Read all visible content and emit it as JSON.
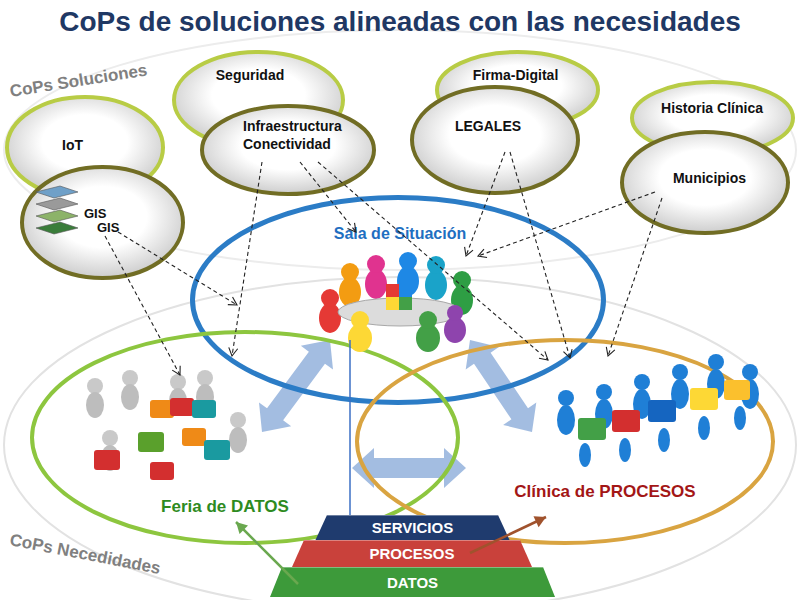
{
  "diagram": {
    "title": "CoPs de soluciones alineadas con las necesidades",
    "nodes": [
      {
        "text": [
          "IoT"
        ]
      },
      {
        "text": [
          "GIS",
          "GIS"
        ]
      },
      {
        "text": [
          "Seguridad"
        ]
      },
      {
        "text": [
          "Infraestructura Conectividad"
        ]
      },
      {
        "text": [
          "Firma-Digital"
        ]
      },
      {
        "text": [
          "LEGALES"
        ]
      },
      {
        "text": [
          "Historia Clínica"
        ]
      },
      {
        "text": [
          "Municipios"
        ]
      },
      {
        "text": [
          "Sala de Situación"
        ]
      },
      {
        "text": [
          "Feria de DATOS"
        ]
      },
      {
        "text": [
          "Clínica de PROCESOS"
        ]
      },
      {
        "text": [
          "SERVICIOS"
        ]
      },
      {
        "text": [
          "PROCESOS"
        ]
      },
      {
        "text": [
          "DATOS"
        ]
      }
    ],
    "edges": [
      {
        "from": 1,
        "to": 8,
        "arrow": "to"
      },
      {
        "from": 1,
        "to": 9,
        "arrow": "to"
      },
      {
        "from": 3,
        "to": 9,
        "arrow": "to"
      },
      {
        "from": 3,
        "to": 8,
        "arrow": "to"
      },
      {
        "from": 3,
        "to": 10,
        "arrow": "to"
      },
      {
        "from": 5,
        "to": 8,
        "arrow": "to"
      },
      {
        "from": 5,
        "to": 10,
        "arrow": "to"
      },
      {
        "from": 7,
        "to": 8,
        "arrow": "to"
      },
      {
        "from": 7,
        "to": 10,
        "arrow": "to"
      },
      {
        "from": 8,
        "to": 9,
        "arrow": "both"
      },
      {
        "from": 8,
        "to": 10,
        "arrow": "both"
      },
      {
        "from": 9,
        "to": 10,
        "arrow": "both"
      },
      {
        "from": 8,
        "to": 11,
        "arrow": "none"
      },
      {
        "from": 13,
        "to": 9,
        "arrow": "to"
      },
      {
        "from": 12,
        "to": 10,
        "arrow": "to"
      }
    ],
    "labels": [
      "CoPs Soluciones",
      "CoPs Necedidades"
    ]
  }
}
